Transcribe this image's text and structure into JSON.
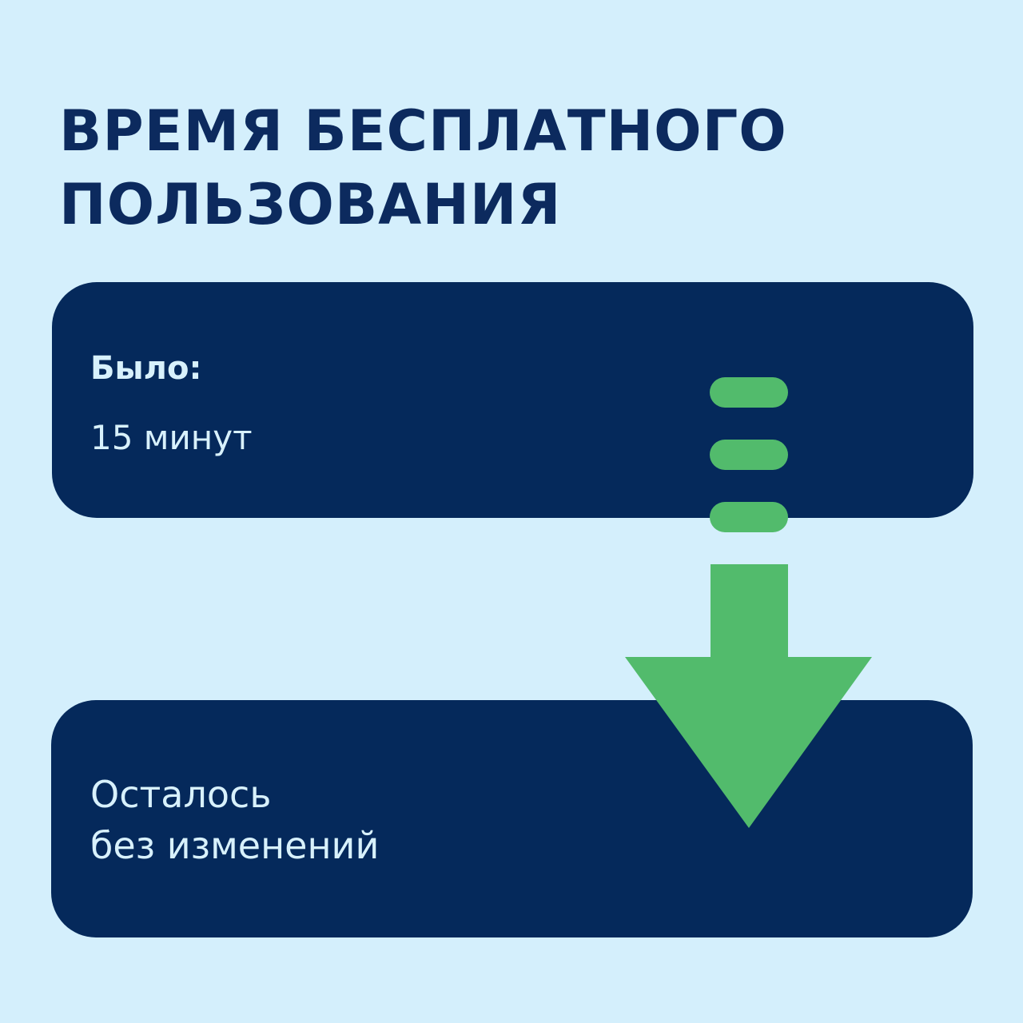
{
  "title": {
    "line1": "ВРЕМЯ БЕСПЛАТНОГО",
    "line2": "ПОЛЬЗОВАНИЯ"
  },
  "before": {
    "label": "Было:",
    "value": "15 минут"
  },
  "after": {
    "line1": "Осталось",
    "line2": "без изменений"
  },
  "icons": {
    "arrow": "arrow-down-icon"
  },
  "colors": {
    "background": "#d4effc",
    "card": "#05295b",
    "title": "#0c2a5e",
    "text_light": "#d8f1fc",
    "accent_green": "#52bb6c"
  }
}
